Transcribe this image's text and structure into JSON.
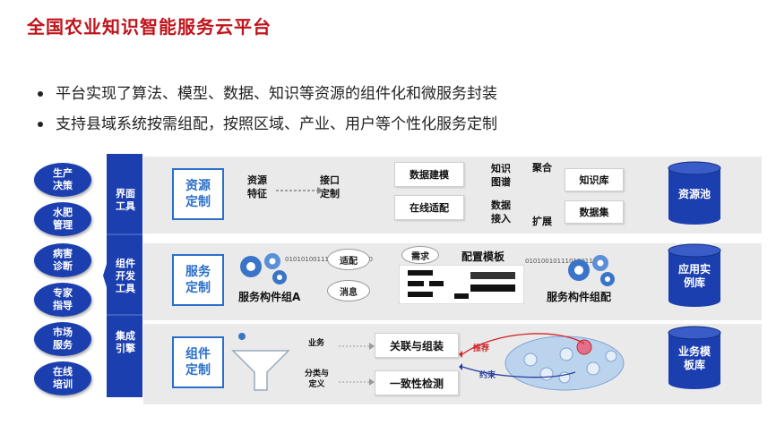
{
  "title": "全国农业知识智能服务云平台",
  "bullets": [
    "平台实现了算法、模型、数据、知识等资源的组件化和微服务封装",
    "支持县域系统按需组配，按照区域、产业、用户等个性化服务定制"
  ],
  "left_ellipses": [
    "生产\n决策",
    "水肥\n管理",
    "病害\n诊断",
    "专家\n指导",
    "市场\n服务",
    "在线\n培训"
  ],
  "tool_labels": [
    "界面\n工具",
    "组件\n开发\n工具",
    "集成\n引擎"
  ],
  "categories": [
    "资源\n定制",
    "服务\n定制",
    "组件\n定制"
  ],
  "row1": {
    "resource_feature": "资源\n特征",
    "interface_custom": "接口\n定制",
    "data_modeling": "数据建模",
    "online_adapt": "在线适配",
    "knowledge_graph": "知识\n图谱",
    "data_access": "数据\n接入",
    "aggregate": "聚合",
    "expand": "扩展",
    "knowledge_base": "知识库",
    "dataset": "数据集"
  },
  "row2": {
    "binary_a": "0101010011110010110100",
    "adapt": "适配",
    "message": "消息",
    "demand": "需求",
    "config_template": "配置模板",
    "binary_b": "010100101110100110",
    "component_group_a": "服务构件组A",
    "component_assembly": "服务构件组配"
  },
  "row3": {
    "business": "业务",
    "classify_define": "分类与\n定义",
    "associate_assemble": "关联与组装",
    "consistency_check": "一致性检测",
    "recommend": "推荐",
    "constraint": "约束"
  },
  "cylinders": [
    "资源池",
    "应用实\n例库",
    "业务模\n板库"
  ],
  "colors": {
    "title": "#c0131b",
    "navy": "#1c3fb0",
    "category_blue": "#2a6fc9",
    "cylinder": "#1c3fb0",
    "recommend": "#d0242a"
  }
}
